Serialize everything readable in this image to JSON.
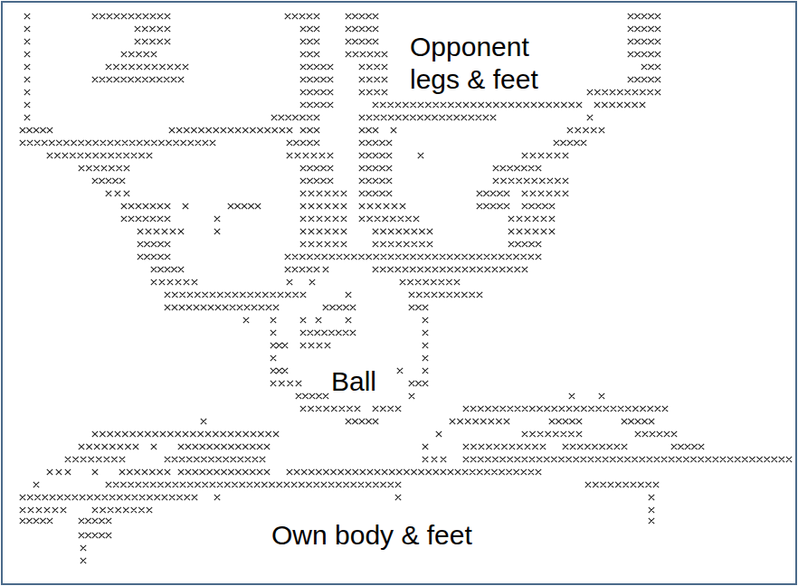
{
  "diagram": {
    "labels": [
      "Opponent legs & feet",
      "Ball",
      "Own body & feet"
    ]
  }
}
